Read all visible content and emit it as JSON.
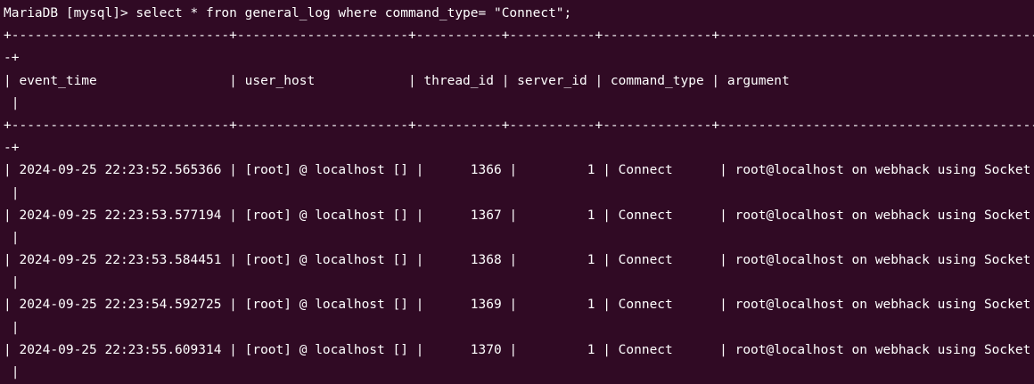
{
  "terminal": {
    "prompt": "MariaDB [mysql]> ",
    "command": "select * fron general_log where command_type= \"Connect\";",
    "border_top": "+----------------------------+----------------------+-----------+-----------+--------------+--------------------------------------------",
    "border_wrap": "-+",
    "header_row": "| event_time                 | user_host            | thread_id | server_id | command_type | argument",
    "row_tail": " |",
    "border_header_bottom": "+----------------------------+----------------------+-----------+-----------+--------------+--------------------------------------------",
    "border_header_bottom_wrap": "-+",
    "rows": [
      {
        "event_time": "2024-09-25 22:23:52.565366",
        "user_host": "[root] @ localhost []",
        "thread_id": "1366",
        "server_id": "1",
        "command_type": "Connect",
        "argument": "root@localhost on webhack using Socket"
      },
      {
        "event_time": "2024-09-25 22:23:53.577194",
        "user_host": "[root] @ localhost []",
        "thread_id": "1367",
        "server_id": "1",
        "command_type": "Connect",
        "argument": "root@localhost on webhack using Socket"
      },
      {
        "event_time": "2024-09-25 22:23:53.584451",
        "user_host": "[root] @ localhost []",
        "thread_id": "1368",
        "server_id": "1",
        "command_type": "Connect",
        "argument": "root@localhost on webhack using Socket"
      },
      {
        "event_time": "2024-09-25 22:23:54.592725",
        "user_host": "[root] @ localhost []",
        "thread_id": "1369",
        "server_id": "1",
        "command_type": "Connect",
        "argument": "root@localhost on webhack using Socket"
      },
      {
        "event_time": "2024-09-25 22:23:55.609314",
        "user_host": "[root] @ localhost []",
        "thread_id": "1370",
        "server_id": "1",
        "command_type": "Connect",
        "argument": "root@localhost on webhack using Socket"
      }
    ]
  },
  "colors": {
    "background": "#300a24",
    "text": "#ffffff"
  }
}
